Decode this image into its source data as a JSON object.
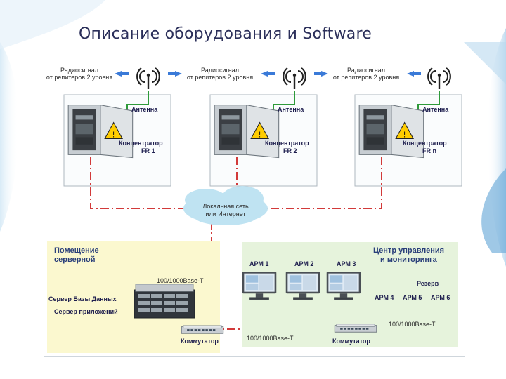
{
  "title": "Описание оборудования и Software",
  "top_row": [
    {
      "signal": "Радиосигнал\nот репитеров 2 уровня",
      "antenna": "Антенна",
      "hub": "Концентратор",
      "hub_id": "FR 1"
    },
    {
      "signal": "Радиосигнал\nот репитеров 2 уровня",
      "antenna": "Антенна",
      "hub": "Концентратор",
      "hub_id": "FR 2"
    },
    {
      "signal": "Радиосигнал\nот репитеров 2 уровня",
      "antenna": "Антенна",
      "hub": "Концентратор",
      "hub_id": "FR n"
    }
  ],
  "cloud": {
    "line1": "Локальная сеть",
    "line2": "или Интернет"
  },
  "server_room": {
    "title_line1": "Помещение",
    "title_line2": "серверной",
    "db_server": "Сервер Базы Данных",
    "app_server": "Сервер приложений",
    "link_speed": "100/1000Base-T",
    "switch": "Коммутатор"
  },
  "control_center": {
    "title_line1": "Центр управления",
    "title_line2": "и мониторинга",
    "workstations": [
      "АРМ 1",
      "АРМ 2",
      "АРМ 3"
    ],
    "reserve": "Резерв",
    "reserve_workstations": [
      "АРМ 4",
      "АРМ 5",
      "АРМ 6"
    ],
    "link_speed": "100/1000Base-T",
    "switch": "Коммутатор"
  },
  "trunk_speed": "100/1000Base-T",
  "colors": {
    "green_line": "#2e9a3a",
    "red_dash": "#d23a3a",
    "server_bg": "#fbf8cf",
    "center_bg": "#e6f3dc",
    "title": "#2b2f5a"
  }
}
